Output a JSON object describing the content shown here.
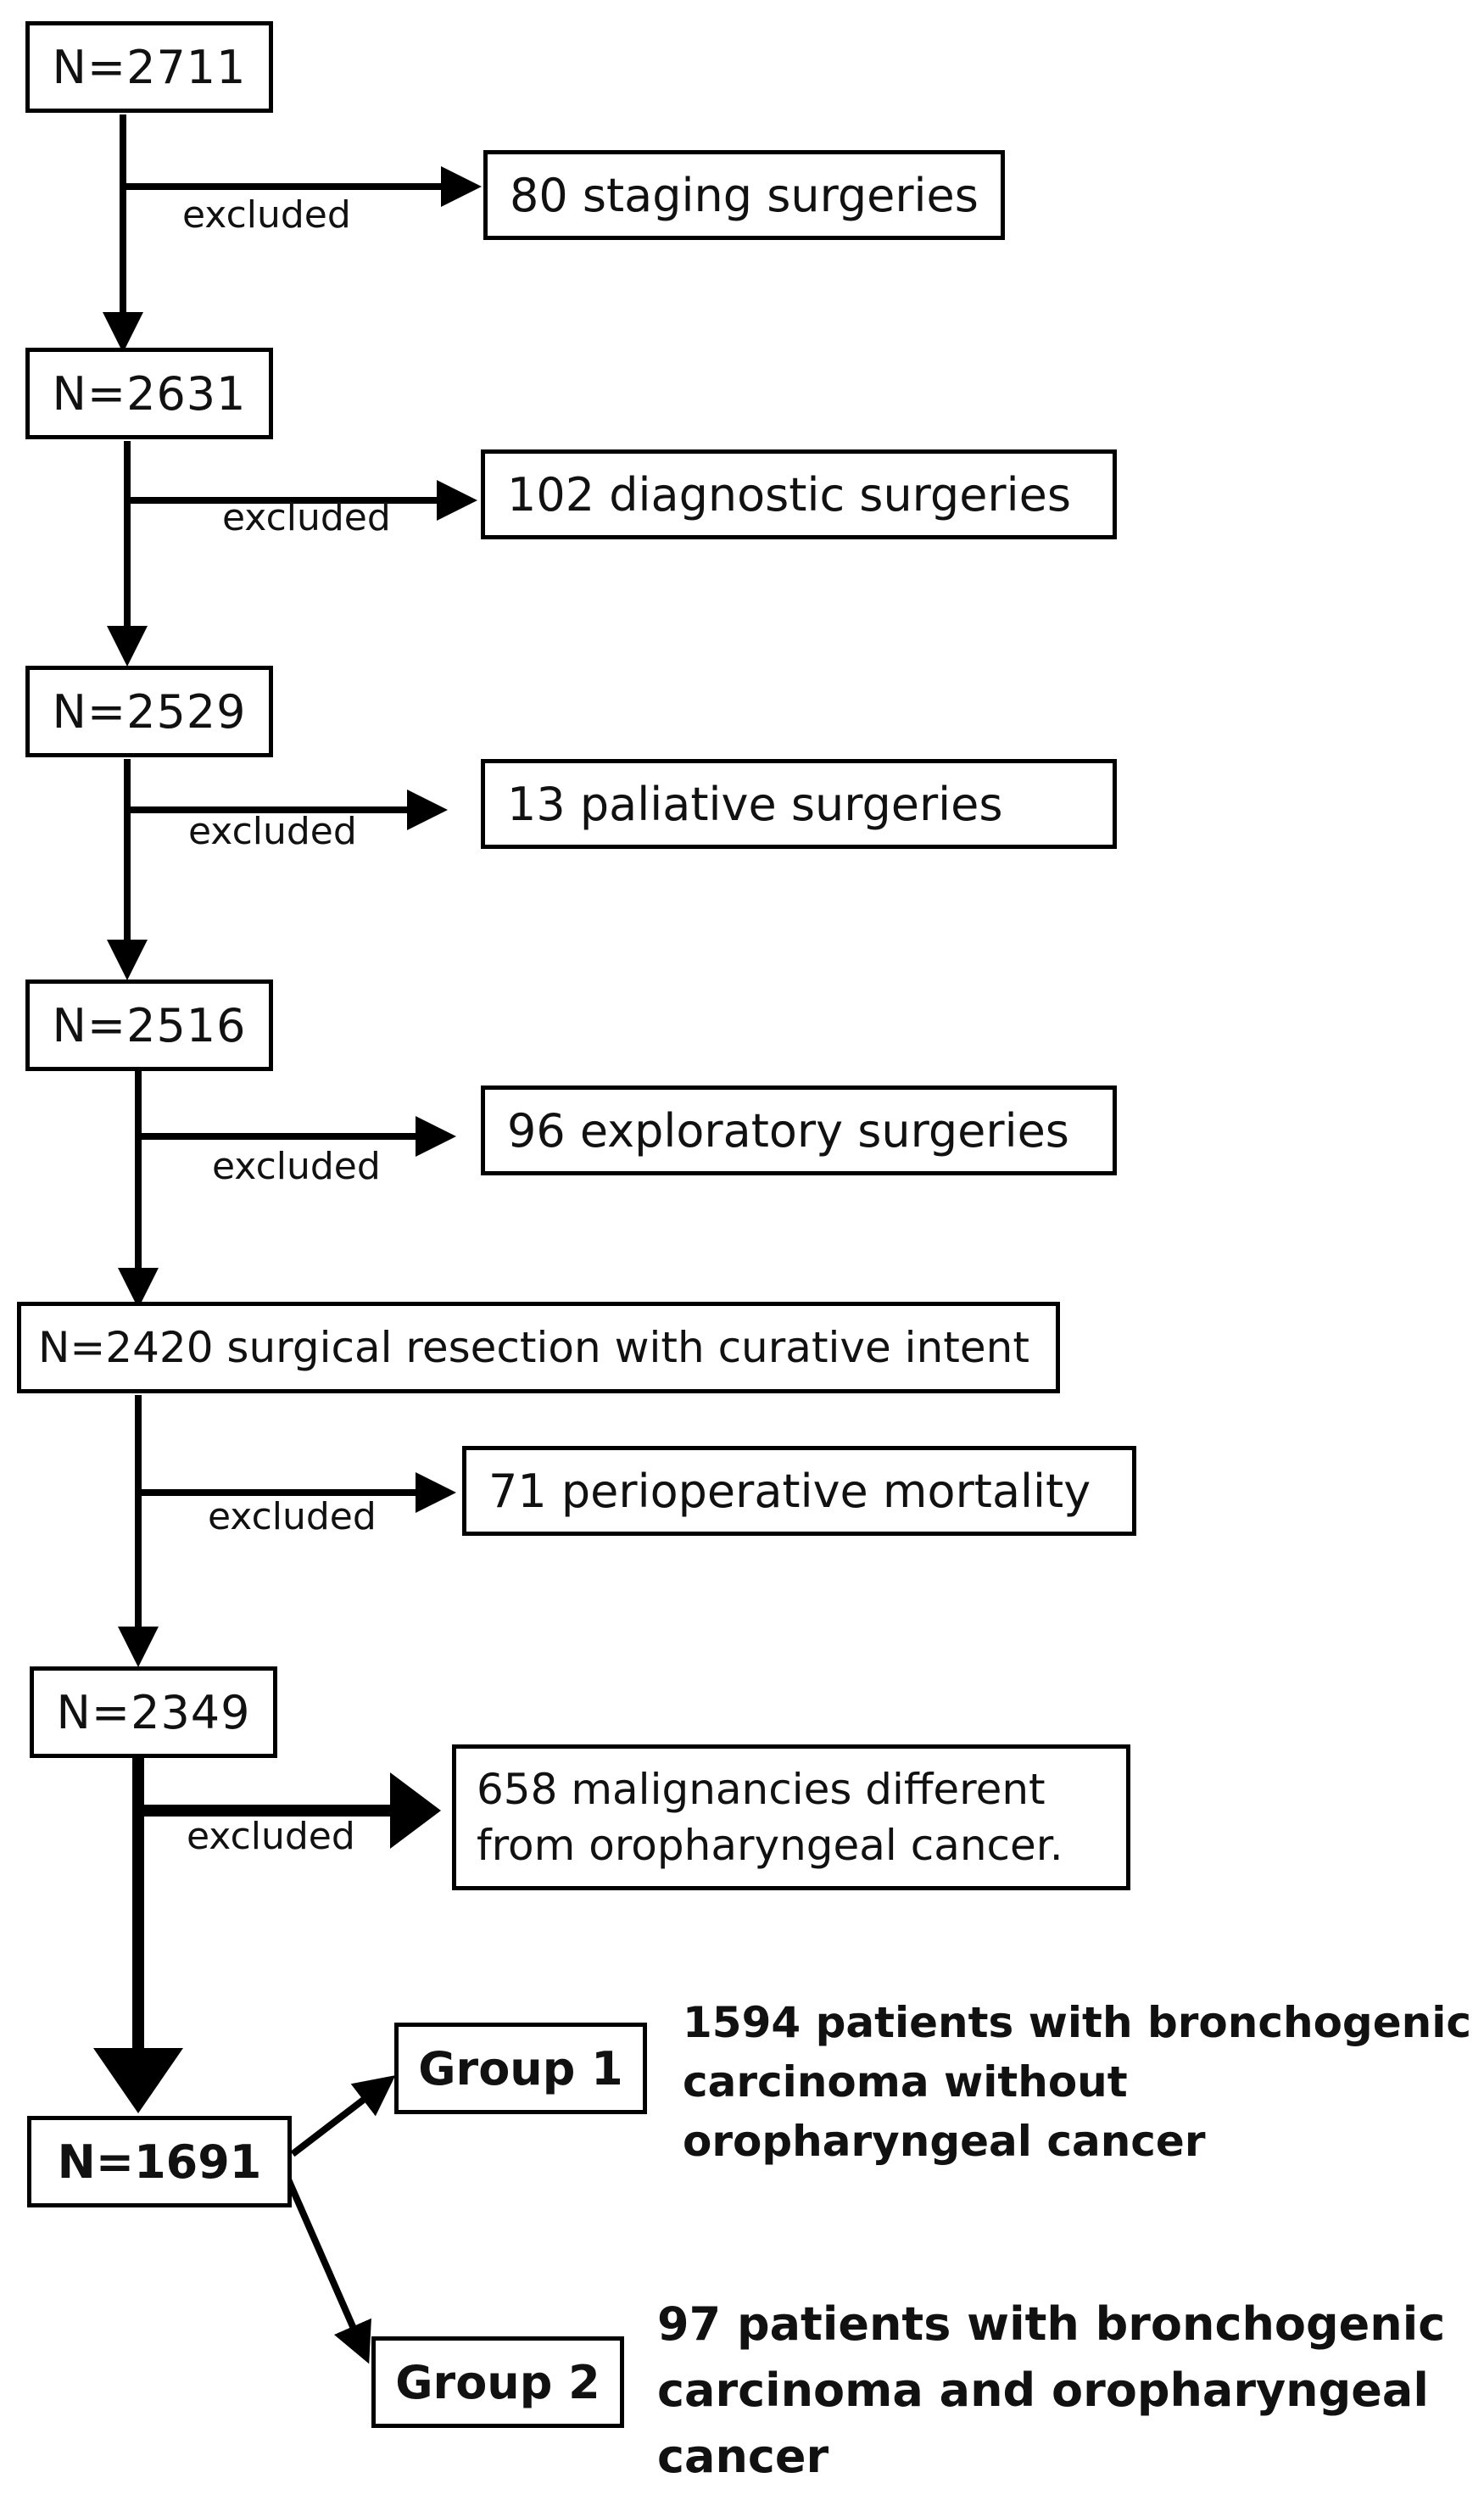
{
  "nodes": {
    "n2711": "N=2711",
    "n2631": "N=2631",
    "n2529": "N=2529",
    "n2516": "N=2516",
    "n2420": "N=2420 surgical resection with curative intent",
    "n2349": "N=2349",
    "n1691": "N=1691"
  },
  "exclusions": {
    "staging": "80 staging surgeries",
    "diagnostic": "102 diagnostic surgeries",
    "paliative": "13 paliative surgeries",
    "exploratory": "96 exploratory surgeries",
    "mortality": "71 perioperative mortality",
    "malignancies": "658 malignancies different from oropharyngeal cancer."
  },
  "excluded_label": "excluded",
  "groups": {
    "group1": {
      "label": "Group 1",
      "description": "1594 patients with bronchogenic carcinoma without oropharyngeal cancer"
    },
    "group2": {
      "label": "Group 2",
      "description": "97 patients with bronchogenic carcinoma and oropharyngeal cancer"
    }
  }
}
